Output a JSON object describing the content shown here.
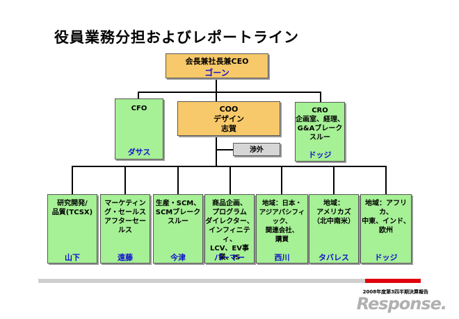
{
  "title": "役員業務分担およびレポートライン",
  "top": {
    "role": "会長兼社長兼CEO",
    "name": "ゴーン"
  },
  "cfo": {
    "role": "CFO",
    "name": "ダサス"
  },
  "coo": {
    "role": "COO\nデザイン\n志賀"
  },
  "advisor": {
    "label": "渉外"
  },
  "cro": {
    "role": "CRO\n企画室、経理、\nG&Aブレーク\nスルー",
    "name": "ドッジ"
  },
  "bottom": [
    {
      "role": "研究開発/\n品質(TCSX)",
      "name": "山下"
    },
    {
      "role": "マーケティン\nグ・セールス\nアフターセー\nルス",
      "name": "遠藤"
    },
    {
      "role": "生産・SCM、\nSCMブレーク\nスルー",
      "name": "今津"
    },
    {
      "role": "商品企画、\nプログラム\nダイレクター、\nインフィニティ、\nLCV、EV事\n業、IS",
      "name": "パーマー"
    },
    {
      "role": "地域：日本・\nアジアパシフィック、\n関連会社、\n購買",
      "name": "西川"
    },
    {
      "role": "地域：\nアメリカズ\n（北中南米）",
      "name": "タバレス"
    },
    {
      "role": "地域：アフリカ、\n中東、インド、\n欧州",
      "name": "ドッジ"
    }
  ],
  "footer": {
    "note": "2008年度第3四半期決算報告"
  },
  "watermark": "Response.",
  "colors": {
    "gold": "#f7c96a",
    "green": "#a6f096",
    "name_blue": "#1010cc",
    "red": "#e0000e"
  }
}
